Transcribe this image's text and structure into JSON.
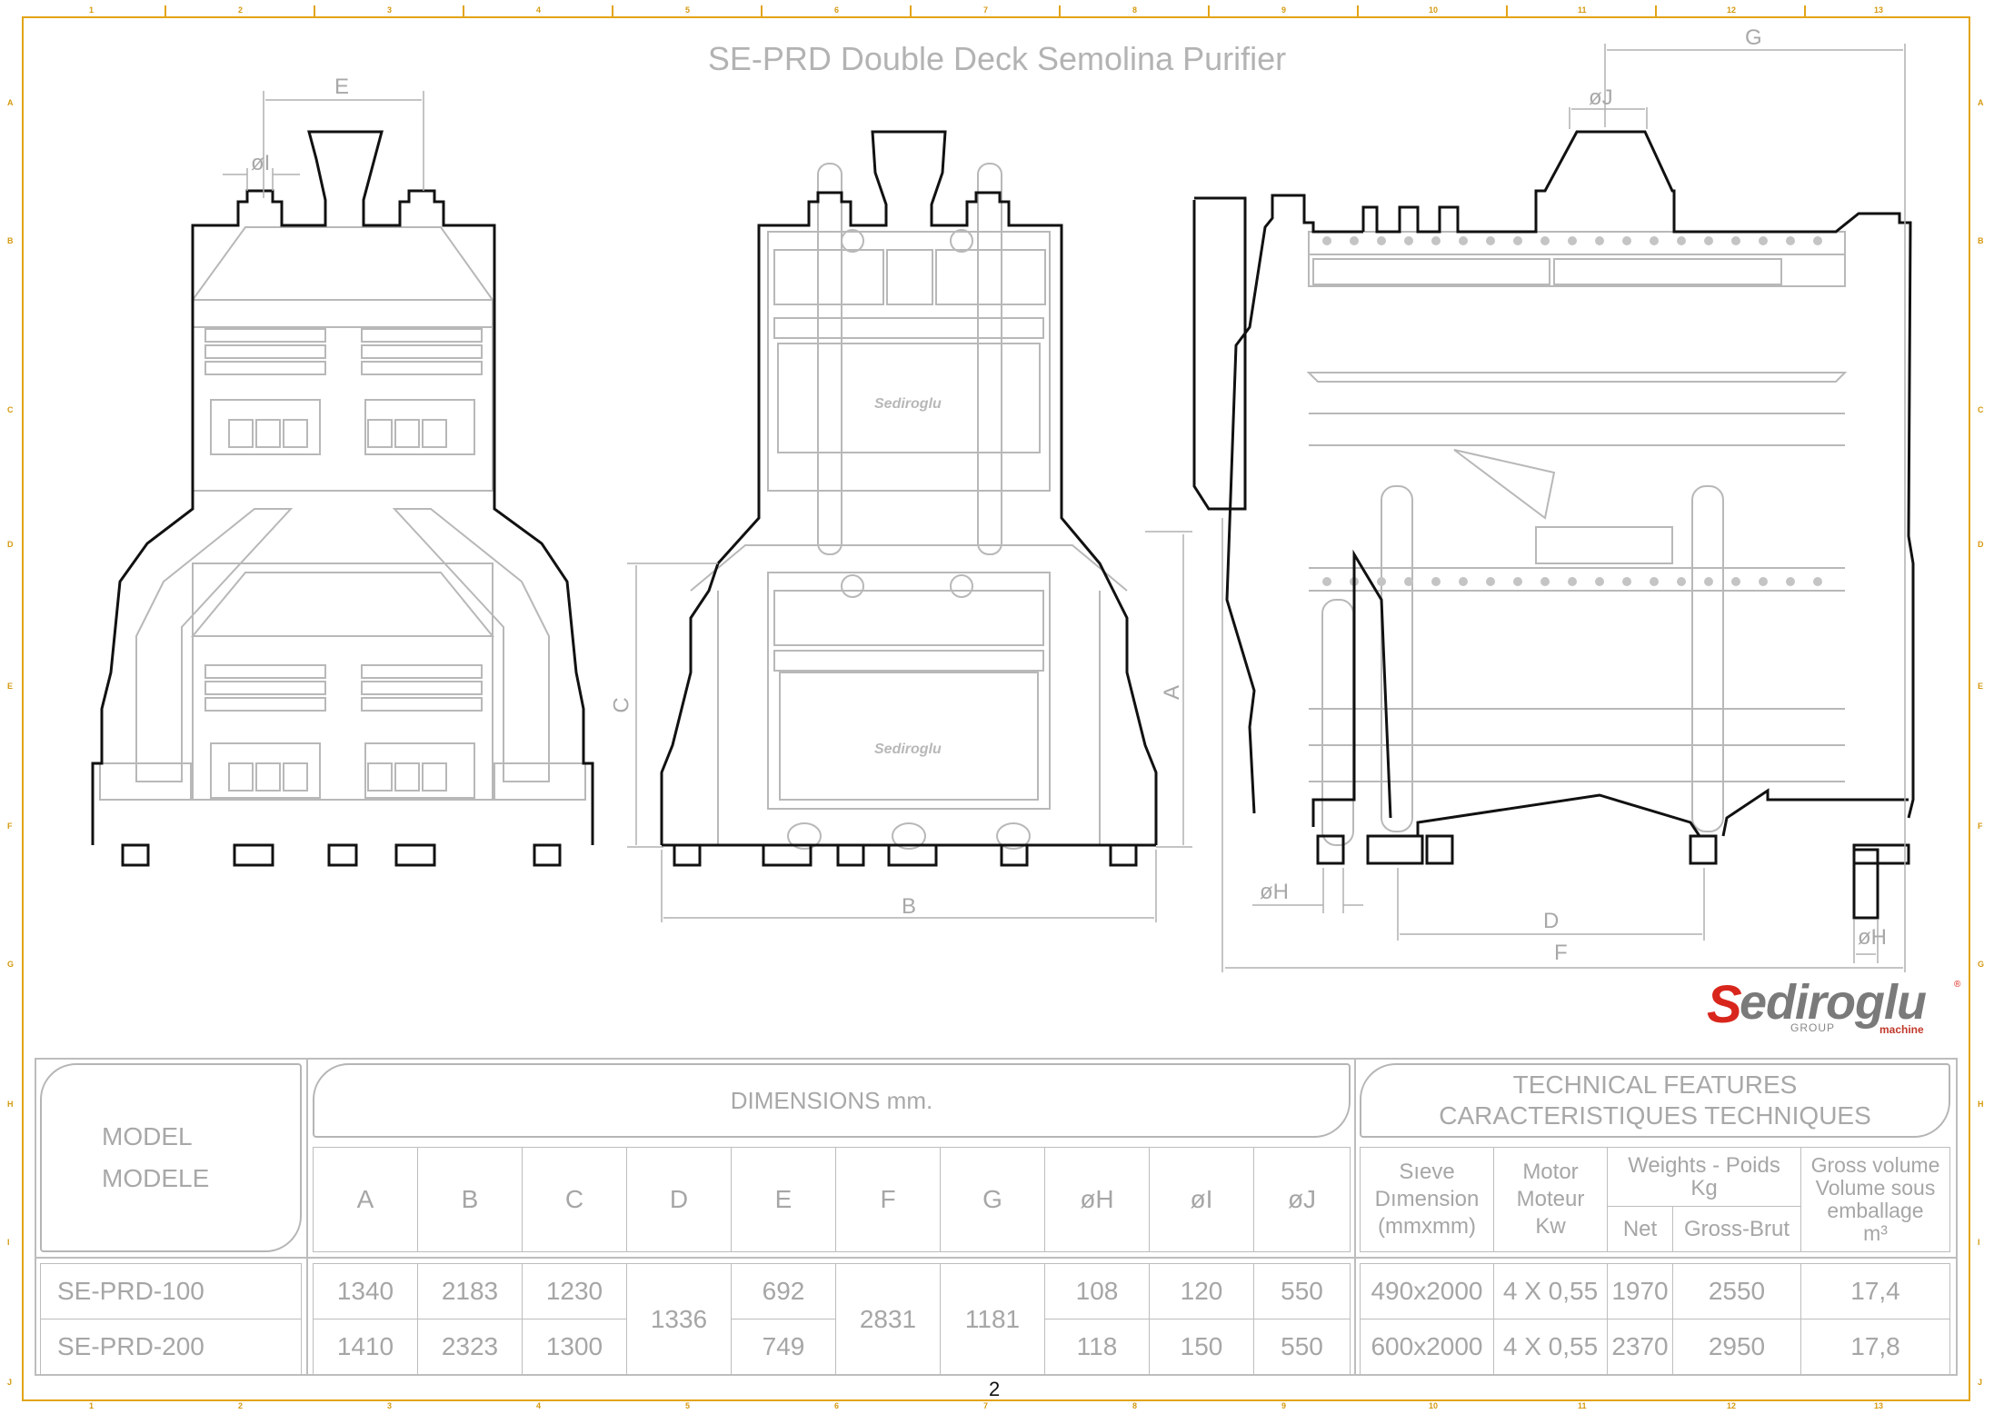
{
  "drawing": {
    "title": "SE-PRD Double Deck Semolina Purifier",
    "page_number": "2",
    "border_color": "#e2a418",
    "ruler": {
      "columns": [
        "1",
        "2",
        "3",
        "4",
        "5",
        "6",
        "7",
        "8",
        "9",
        "10",
        "11",
        "12",
        "13"
      ],
      "rows": [
        "A",
        "B",
        "C",
        "D",
        "E",
        "F",
        "G",
        "H",
        "I",
        "J"
      ]
    },
    "views": {
      "front": {
        "dimension_labels": {
          "E": "E",
          "I": "øI"
        },
        "name": "front-view"
      },
      "side": {
        "dimension_labels": {
          "A": "A",
          "B": "B",
          "C": "C"
        },
        "panel_brand": "Sediroglu"
      },
      "long_side": {
        "dimension_labels": {
          "G": "G",
          "J": "øJ",
          "H_left": "øH",
          "H_right": "øH",
          "D": "D",
          "F": "F"
        }
      }
    }
  },
  "logo": {
    "initial": "S",
    "rest": "ediroglu",
    "group": "GROUP",
    "machine": "machine",
    "registered": "®",
    "brand_red": "#d9261c",
    "brand_gray": "#7a7a7a"
  },
  "table": {
    "model_header": {
      "line1": "MODEL",
      "line2": "MODELE"
    },
    "dimensions_header": "DIMENSIONS mm.",
    "dimension_columns": [
      "A",
      "B",
      "C",
      "D",
      "E",
      "F",
      "G",
      "øH",
      "øI",
      "øJ"
    ],
    "technical_header": {
      "line1": "TECHNICAL FEATURES",
      "line2": "CARACTERISTIQUES TECHNIQUES"
    },
    "technical_columns": {
      "sieve": {
        "line1": "Sıeve",
        "line2": "Dımension",
        "line3": "(mmxmm)"
      },
      "motor": {
        "line1": "Motor",
        "line2": "Moteur",
        "line3": "Kw"
      },
      "weights": {
        "line1": "Weights - Poids",
        "line2": "Kg",
        "net": "Net",
        "gross": "Gross-Brut"
      },
      "volume": {
        "line1": "Gross volume",
        "line2": "Volume sous",
        "line3": "emballage",
        "line4": "m³"
      }
    },
    "rows": [
      {
        "model": "SE-PRD-100",
        "A": "1340",
        "B": "2183",
        "C": "1230",
        "E": "692",
        "H": "108",
        "I": "120",
        "J": "550",
        "sieve": "490x2000",
        "motor": "4 X 0,55",
        "net": "1970",
        "gross": "2550",
        "volume": "17,4"
      },
      {
        "model": "SE-PRD-200",
        "A": "1410",
        "B": "2323",
        "C": "1300",
        "E": "749",
        "H": "118",
        "I": "150",
        "J": "550",
        "sieve": "600x2000",
        "motor": "4 X 0,55",
        "net": "2370",
        "gross": "2950",
        "volume": "17,8"
      }
    ],
    "shared": {
      "D": "1336",
      "F": "2831",
      "G": "1181"
    }
  }
}
